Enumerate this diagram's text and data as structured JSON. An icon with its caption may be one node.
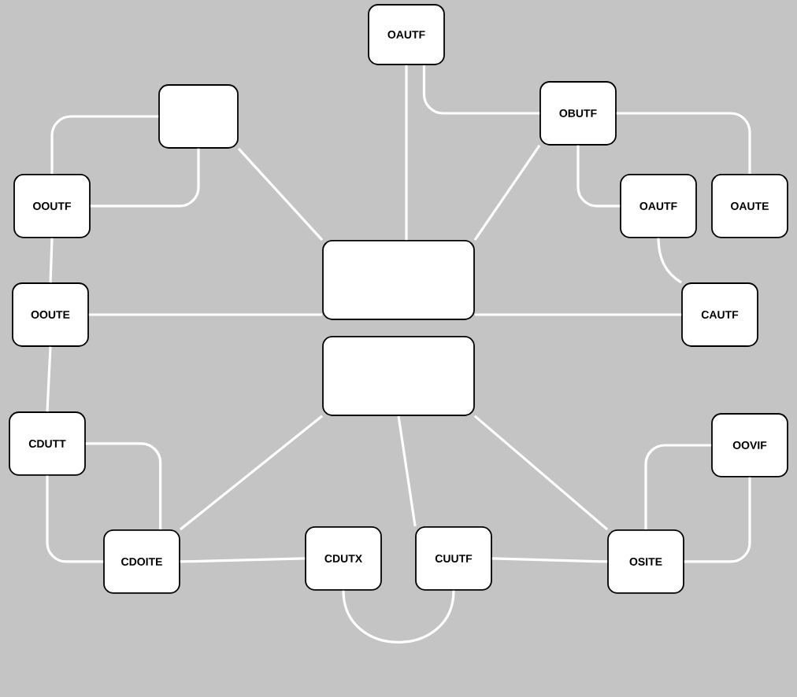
{
  "diagram": {
    "nodes": [
      {
        "text": [
          "OAUTF"
        ]
      },
      {
        "text": [],
        "shape": "box"
      },
      {
        "text": [
          "OBUTF"
        ]
      },
      {
        "text": [
          "OOUTF"
        ]
      },
      {
        "text": [
          "OAUTF"
        ]
      },
      {
        "text": [
          "OAUTE"
        ]
      },
      {
        "text": [],
        "shape": "box"
      },
      {
        "text": [
          "OOUTE"
        ]
      },
      {
        "text": [
          "CAUTF"
        ]
      },
      {
        "text": [],
        "shape": "box"
      },
      {
        "text": [
          "OOVIF"
        ]
      },
      {
        "text": [
          "CDUTT"
        ]
      },
      {
        "text": [
          "CDOITE"
        ]
      },
      {
        "text": [
          "CDUTX"
        ]
      },
      {
        "text": [
          "CUUTF"
        ]
      },
      {
        "text": [
          "OSITE"
        ]
      }
    ],
    "edges": [
      {
        "from": 0,
        "to": 2,
        "arrow": "none"
      },
      {
        "from": 0,
        "to": 6,
        "arrow": "none"
      },
      {
        "from": 1,
        "to": 3,
        "arrow": "none"
      },
      {
        "from": 1,
        "to": 3,
        "arrow": "none"
      },
      {
        "from": 1,
        "to": 6,
        "arrow": "none"
      },
      {
        "from": 2,
        "to": 6,
        "arrow": "none"
      },
      {
        "from": 2,
        "to": 4,
        "arrow": "none"
      },
      {
        "from": 2,
        "to": 5,
        "arrow": "none"
      },
      {
        "from": 4,
        "to": 8,
        "arrow": "none"
      },
      {
        "from": 3,
        "to": 7,
        "arrow": "none"
      },
      {
        "from": 7,
        "to": 6,
        "arrow": "none"
      },
      {
        "from": 8,
        "to": 6,
        "arrow": "none"
      },
      {
        "from": 7,
        "to": 11,
        "arrow": "none"
      },
      {
        "from": 11,
        "to": 12,
        "arrow": "none"
      },
      {
        "from": 11,
        "to": 12,
        "arrow": "none"
      },
      {
        "from": 9,
        "to": 12,
        "arrow": "none"
      },
      {
        "from": 12,
        "to": 13,
        "arrow": "none"
      },
      {
        "from": 13,
        "to": 14,
        "arrow": "none"
      },
      {
        "from": 9,
        "to": 14,
        "arrow": "none"
      },
      {
        "from": 14,
        "to": 15,
        "arrow": "none"
      },
      {
        "from": 9,
        "to": 15,
        "arrow": "none"
      },
      {
        "from": 15,
        "to": 10,
        "arrow": "none"
      },
      {
        "from": 10,
        "to": 15,
        "arrow": "none"
      }
    ]
  }
}
